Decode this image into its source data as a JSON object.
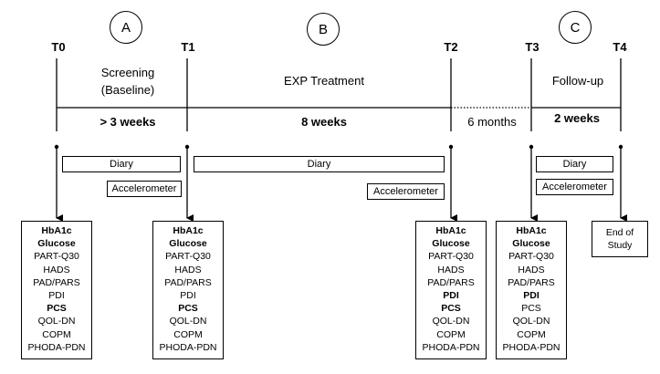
{
  "circles": {
    "a": "A",
    "b": "B",
    "c": "C"
  },
  "timepoints": {
    "t0": "T0",
    "t1": "T1",
    "t2": "T2",
    "t3": "T3",
    "t4": "T4"
  },
  "phases": {
    "screening_line1": "Screening",
    "screening_line2": "(Baseline)",
    "treatment": "EXP Treatment",
    "followup": "Follow-up"
  },
  "durations": {
    "screening": "> 3 weeks",
    "treatment": "8 weeks",
    "gap": "6 months",
    "followup": "2 weeks"
  },
  "bars": {
    "diary": "Diary",
    "accelerometer": "Accelerometer"
  },
  "measures": {
    "t0": [
      {
        "text": "HbA1c",
        "bold": true
      },
      {
        "text": "Glucose",
        "bold": true
      },
      {
        "text": "PART-Q30",
        "bold": false
      },
      {
        "text": "HADS",
        "bold": false
      },
      {
        "text": "PAD/PARS",
        "bold": false
      },
      {
        "text": "PDI",
        "bold": false
      },
      {
        "text": "PCS",
        "bold": true
      },
      {
        "text": "QOL-DN",
        "bold": false
      },
      {
        "text": "COPM",
        "bold": false
      },
      {
        "text": "PHODA-PDN",
        "bold": false
      }
    ],
    "t1": [
      {
        "text": "HbA1c",
        "bold": true
      },
      {
        "text": "Glucose",
        "bold": true
      },
      {
        "text": "PART-Q30",
        "bold": false
      },
      {
        "text": "HADS",
        "bold": false
      },
      {
        "text": "PAD/PARS",
        "bold": false
      },
      {
        "text": "PDI",
        "bold": false
      },
      {
        "text": "PCS",
        "bold": true
      },
      {
        "text": "QOL-DN",
        "bold": false
      },
      {
        "text": "COPM",
        "bold": false
      },
      {
        "text": "PHODA-PDN",
        "bold": false
      }
    ],
    "t2": [
      {
        "text": "HbA1c",
        "bold": true
      },
      {
        "text": "Glucose",
        "bold": true
      },
      {
        "text": "PART-Q30",
        "bold": false
      },
      {
        "text": "HADS",
        "bold": false
      },
      {
        "text": "PAD/PARS",
        "bold": false
      },
      {
        "text": "PDI",
        "bold": true
      },
      {
        "text": "PCS",
        "bold": true
      },
      {
        "text": "QOL-DN",
        "bold": false
      },
      {
        "text": "COPM",
        "bold": false
      },
      {
        "text": "PHODA-PDN",
        "bold": false
      }
    ],
    "t3": [
      {
        "text": "HbA1c",
        "bold": true
      },
      {
        "text": "Glucose",
        "bold": true
      },
      {
        "text": "PART-Q30",
        "bold": false
      },
      {
        "text": "HADS",
        "bold": false
      },
      {
        "text": "PAD/PARS",
        "bold": false
      },
      {
        "text": "PDI",
        "bold": true
      },
      {
        "text": "PCS",
        "bold": false
      },
      {
        "text": "QOL-DN",
        "bold": false
      },
      {
        "text": "COPM",
        "bold": false
      },
      {
        "text": "PHODA-PDN",
        "bold": false
      }
    ],
    "t4": [
      {
        "text": "End of",
        "bold": false
      },
      {
        "text": "Study",
        "bold": false
      }
    ]
  }
}
